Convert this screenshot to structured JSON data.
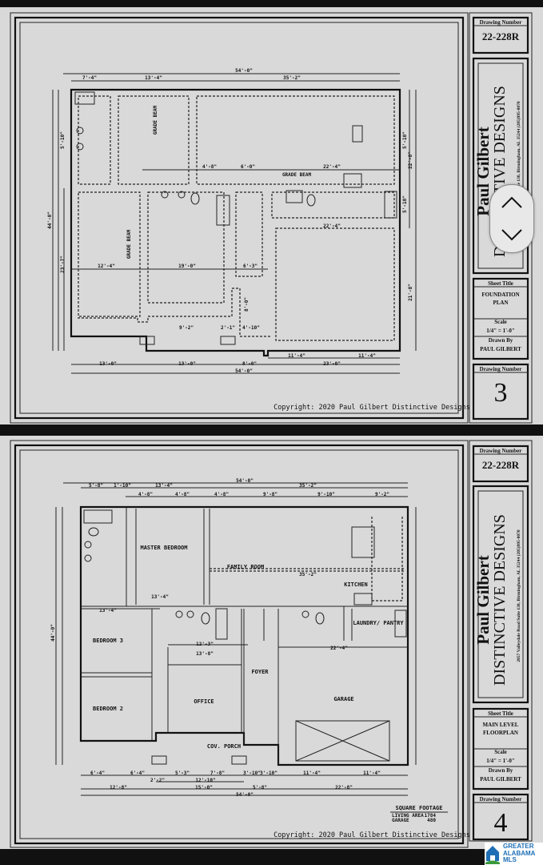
{
  "sheets": [
    {
      "drawing_number_label": "Drawing Number",
      "project_number": "22-228R",
      "brand_name": "Paul Gilbert",
      "brand_company": "DISTINCTIVE DESIGNS",
      "brand_address": "2057 Valleydale Road Suite 130, Birmingham, AL 35244  (205)995-0070",
      "sheet_title_label": "Sheet Title",
      "sheet_title": [
        "FOUNDATION",
        "PLAN"
      ],
      "scale_label": "Scale",
      "scale": "1/4\" = 1'-0\"",
      "drawn_by_label": "Drawn By",
      "drawn_by": "PAUL GILBERT",
      "sheet_number": "3",
      "copyright": "Copyright: 2020 Paul Gilbert Distinctive Designs",
      "dimensions": [
        "54'-0\"",
        "7'-4\"",
        "13'-4\"",
        "35'-2\"",
        "4'-8\"",
        "6'-0\"",
        "22'-4\"",
        "22'-4\"",
        "12'-4\"",
        "19'-0\"",
        "6'-3\"",
        "9'-2\"",
        "2'-1\"",
        "4'-10\"",
        "11'-4\"",
        "11'-4\"",
        "13'-0\"",
        "13'-0\"",
        "8'-0\"",
        "23'-0\"",
        "54'-0\"",
        "44'-0\"",
        "23'-7\"",
        "5'-10\"",
        "22'-8\"",
        "21'-8\"",
        "5'-10\"",
        "5'-10\"",
        "8'-0\""
      ],
      "notes": [
        "GRADE BEAM",
        "GRADE BEAM",
        "GRADE BEAM"
      ]
    },
    {
      "drawing_number_label": "Drawing Number",
      "project_number": "22-228R",
      "brand_name": "Paul Gilbert",
      "brand_company": "DISTINCTIVE DESIGNS",
      "brand_address": "2057 Valleydale Road Suite 130, Birmingham, AL 35244  (205)995-0070",
      "sheet_title_label": "Sheet Title",
      "sheet_title": [
        "MAIN LEVEL",
        "FLOORPLAN"
      ],
      "scale_label": "Scale",
      "scale": "1/4\" = 1'-0\"",
      "drawn_by_label": "Drawn By",
      "drawn_by": "PAUL GILBERT",
      "sheet_number": "4",
      "copyright": "Copyright: 2020 Paul Gilbert Distinctive Designs",
      "rooms": [
        "MASTER BEDROOM",
        "FAMILY ROOM",
        "KITCHEN",
        "LAUNDRY/ PANTRY",
        "BEDROOM 3",
        "BEDROOM 2",
        "OFFICE",
        "FOYER",
        "GARAGE",
        "COV. PORCH"
      ],
      "dimensions": [
        "54'-0\"",
        "5'-8\"",
        "1'-10\"",
        "13'-4\"",
        "35'-2\"",
        "4'-8\"",
        "4'-8\"",
        "4'-8\"",
        "9'-8\"",
        "9'-10\"",
        "9'-2\"",
        "35'-2\"",
        "13'-4\"",
        "13'-4\"",
        "12'-3\"",
        "13'-8\"",
        "22'-4\"",
        "6'-4\"",
        "6'-4\"",
        "5'-3\"",
        "7'-8\"",
        "3'-10\"",
        "3'-10\"",
        "11'-4\"",
        "11'-4\"",
        "2'-2\"",
        "12'-10\"",
        "12'-8\"",
        "15'-0\"",
        "5'-8\"",
        "22'-8\"",
        "54'-0\"",
        "44'-0\""
      ],
      "square_footage": {
        "title": "SQUARE FOOTAGE",
        "rows": [
          {
            "label": "LIVING AREA",
            "value": "1784"
          },
          {
            "label": "GARAGE",
            "value": "480"
          }
        ]
      }
    }
  ],
  "watermark": {
    "line1": "GREATER",
    "line2": "ALABAMA",
    "line3": "MLS",
    "color": "#1f6fb5"
  }
}
